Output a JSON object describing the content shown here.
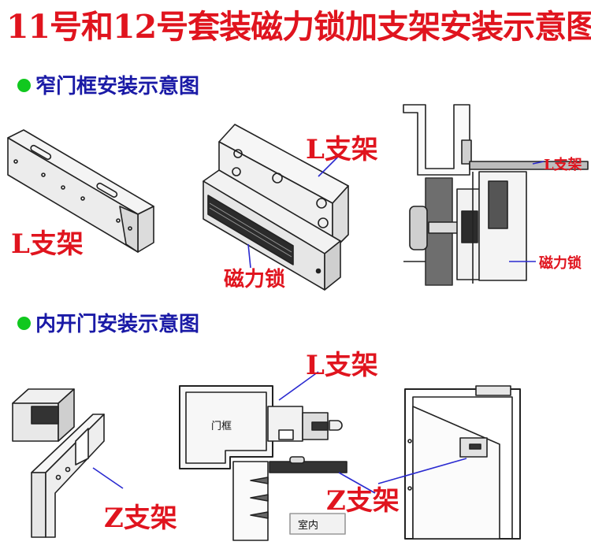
{
  "title": "11号和12号套装磁力锁加支架安装示意图",
  "sections": {
    "narrow_frame": "窄门框安装示意图",
    "inward_door": "内开门安装示意图"
  },
  "labels": {
    "l_bracket": "L支架",
    "maglock": "磁力锁",
    "z_bracket": "Z支架",
    "door_frame": "门框",
    "indoor": "室内"
  },
  "colors": {
    "title": "#e0141e",
    "section": "#1a1aa6",
    "bullet": "#11c81f",
    "leader": "#2a2ad0"
  }
}
